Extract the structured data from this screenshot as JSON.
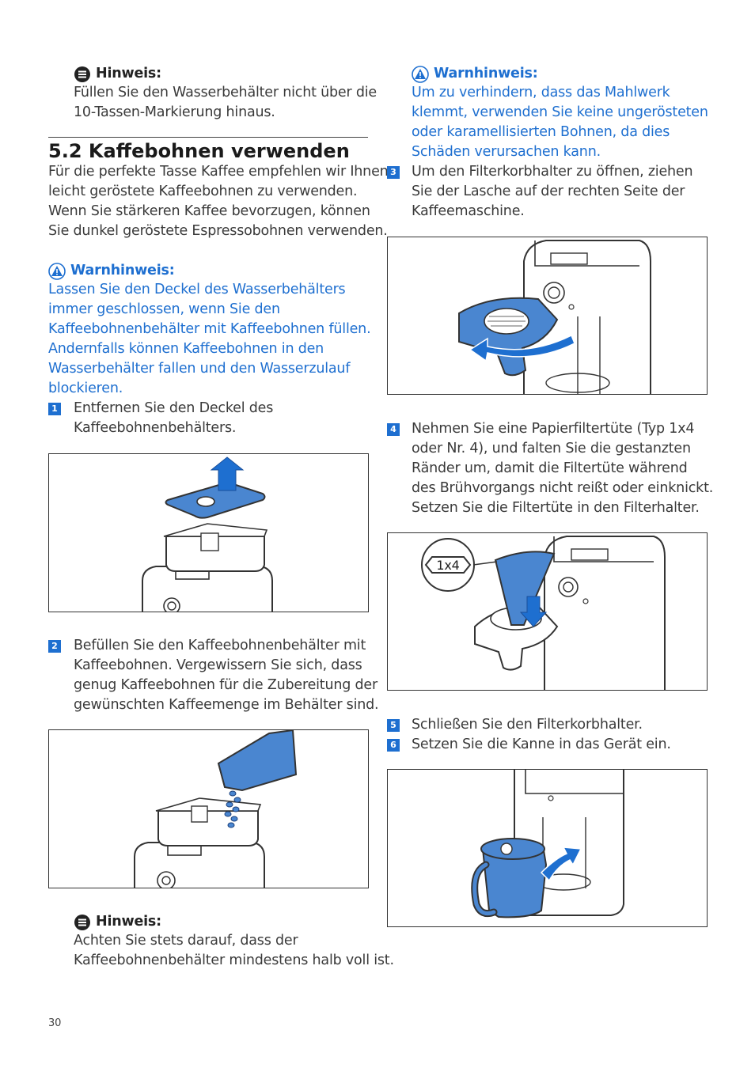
{
  "left": {
    "note1": {
      "label": "Hinweis:",
      "lines": [
        "Füllen Sie den Wasserbehälter nicht über die",
        "10-Tassen-Markierung hinaus."
      ]
    },
    "section": {
      "title": "5.2 Kaffebohnen verwenden"
    },
    "intro": [
      "Für die perfekte Tasse Kaffee empfehlen wir Ihnen,",
      "leicht geröstete Kaffeebohnen zu verwenden.",
      "Wenn Sie stärkeren Kaffee bevorzugen, können",
      "Sie dunkel geröstete Espressobohnen verwenden."
    ],
    "warning": {
      "label": "Warnhinweis:",
      "lines": [
        "Lassen Sie den Deckel des Wasserbehälters",
        "immer geschlossen, wenn Sie den",
        "Kaffeebohnenbehälter mit Kaffeebohnen füllen.",
        "Andernfalls können Kaffeebohnen in den",
        "Wasserbehälter fallen und den Wasserzulauf",
        "blockieren."
      ]
    },
    "step1": {
      "num": "1",
      "lines": [
        "Entfernen Sie den Deckel des",
        "Kaffeebohnenbehälters."
      ]
    },
    "step2": {
      "num": "2",
      "lines": [
        "Befüllen Sie den Kaffeebohnenbehälter mit",
        "Kaffeebohnen. Vergewissern Sie sich, dass",
        "genug Kaffeebohnen für die Zubereitung der",
        "gewünschten Kaffeemenge im Behälter sind."
      ]
    },
    "note2": {
      "label": "Hinweis:",
      "lines": [
        "Achten Sie stets darauf, dass der",
        "Kaffeebohnenbehälter mindestens halb voll ist."
      ]
    }
  },
  "right": {
    "warning": {
      "label": "Warnhinweis:",
      "lines": [
        "Um zu verhindern, dass das Mahlwerk",
        "klemmt, verwenden Sie keine ungerösteten",
        "oder karamellisierten Bohnen, da dies",
        "Schäden verursachen kann."
      ]
    },
    "step3": {
      "num": "3",
      "lines": [
        "Um den Filterkorbhalter zu öffnen, ziehen",
        "Sie der Lasche auf der rechten Seite der",
        "Kaffeemaschine."
      ]
    },
    "step4": {
      "num": "4",
      "lines": [
        "Nehmen Sie eine Papierfiltertüte (Typ 1x4",
        "oder Nr. 4), und falten Sie die gestanzten",
        "Ränder um, damit die Filtertüte während",
        "des Brühvorgangs nicht reißt oder einknickt.",
        "Setzen Sie die Filtertüte in den Filterhalter."
      ]
    },
    "filter_badge": "1x4",
    "step5": {
      "num": "5",
      "text": "Schließen Sie den Filterkorbhalter."
    },
    "step6": {
      "num": "6",
      "text": "Setzen Sie die Kanne in das Gerät ein."
    }
  },
  "footer": {
    "page_number": "30"
  },
  "colors": {
    "accent": "#1e6fd0",
    "illustration_blue": "#4a86d0"
  }
}
